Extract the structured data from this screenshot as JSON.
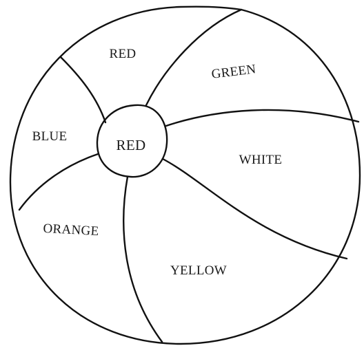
{
  "diagram": {
    "sections": [
      {
        "id": "top",
        "label": "RED"
      },
      {
        "id": "top-right",
        "label": "GREEN"
      },
      {
        "id": "left",
        "label": "BLUE"
      },
      {
        "id": "center",
        "label": "RED"
      },
      {
        "id": "right",
        "label": "WHITE"
      },
      {
        "id": "lower-left",
        "label": "ORANGE"
      },
      {
        "id": "bottom",
        "label": "YELLOW"
      }
    ]
  }
}
